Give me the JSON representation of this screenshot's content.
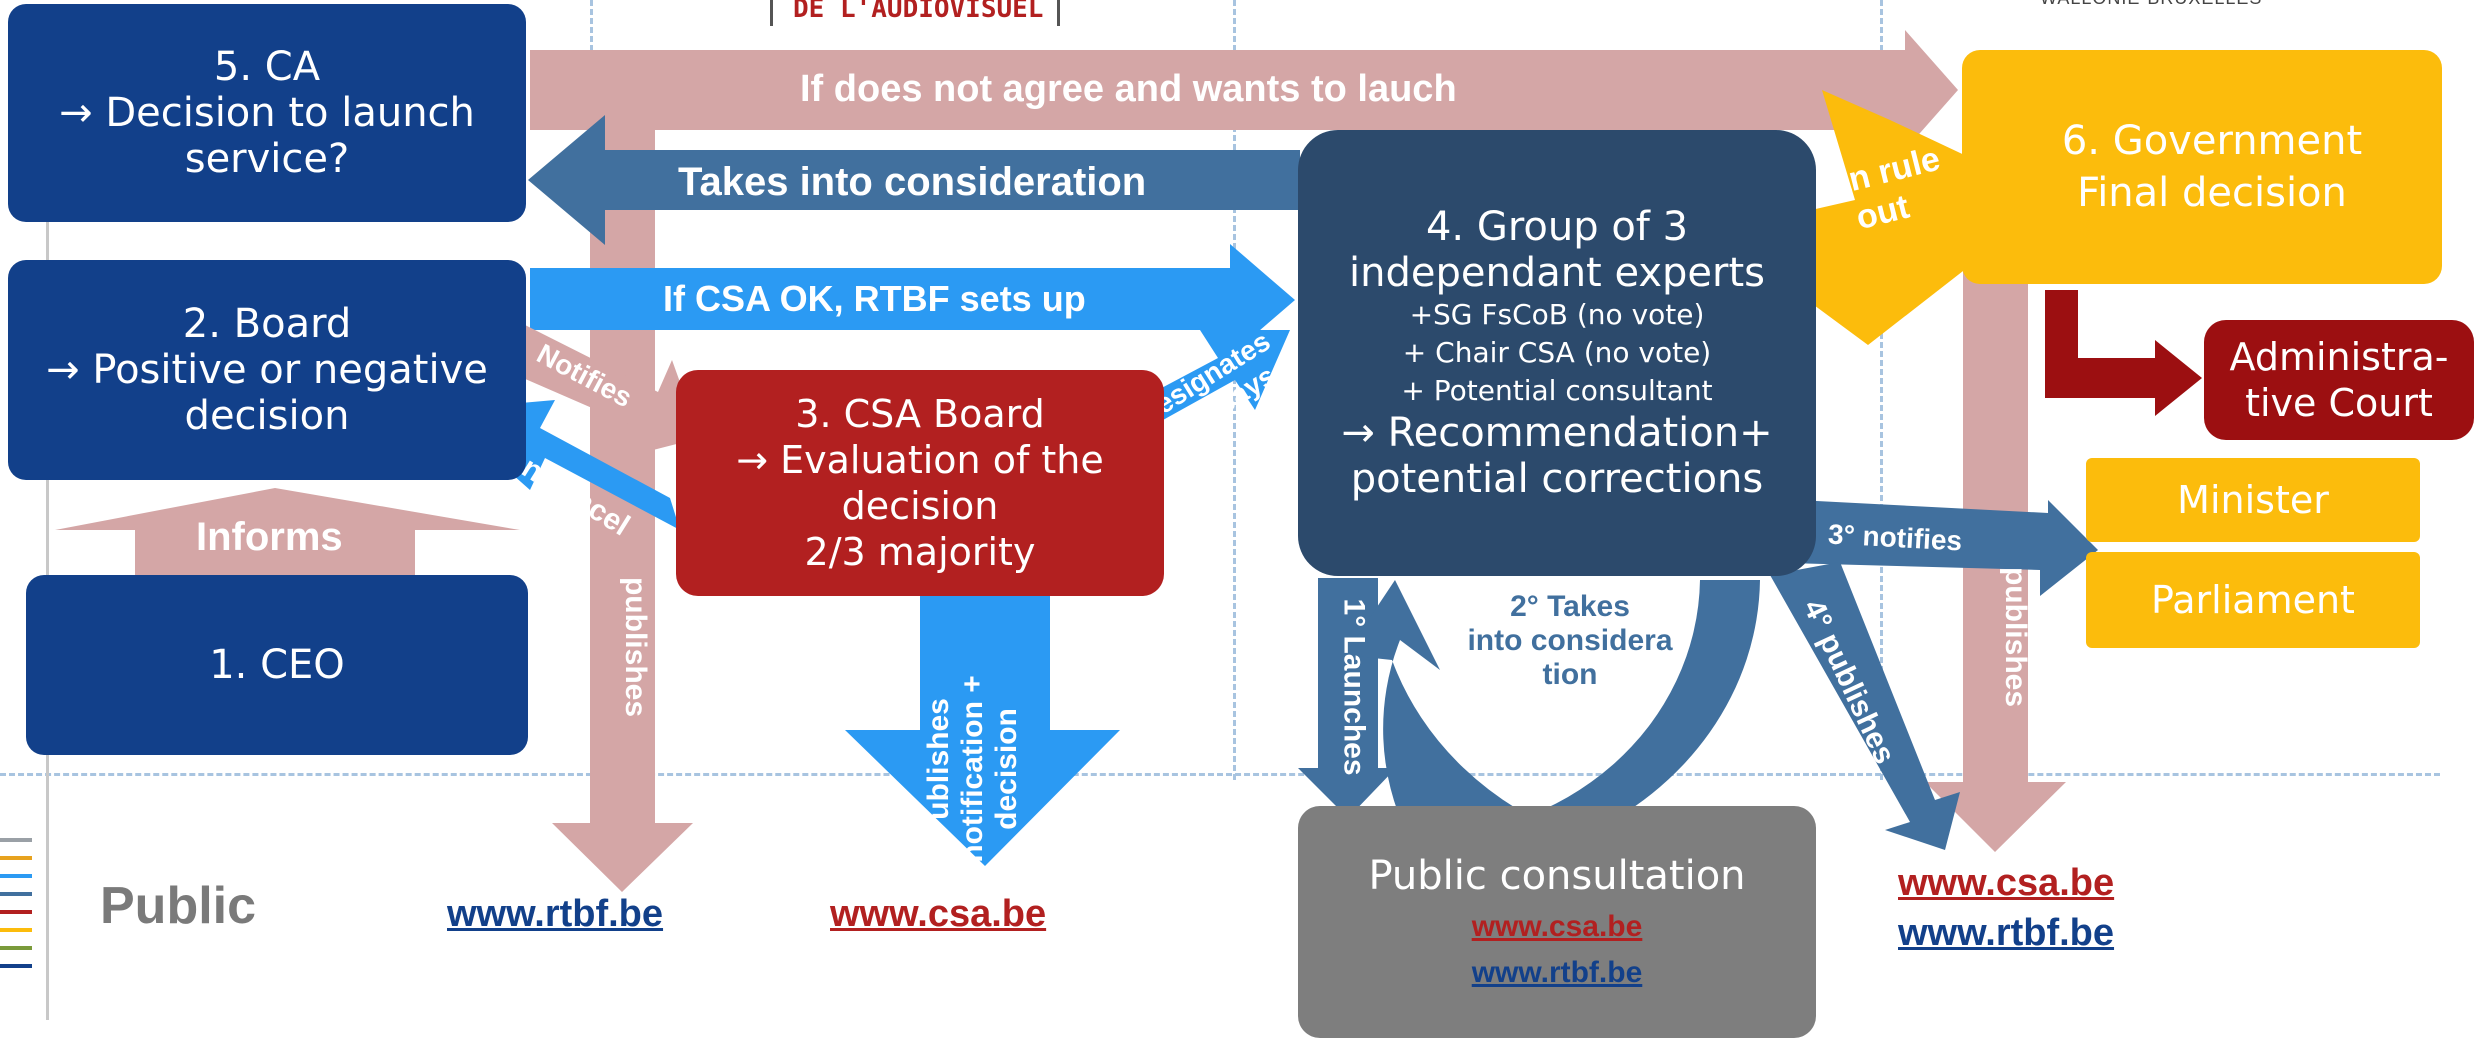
{
  "header": {
    "logo_text": "DE L'AUDIOVISUEL",
    "corner_text": "WALLONIE-BRUXELLES"
  },
  "boxes": {
    "ca": {
      "line1": "5. CA",
      "line2": "→ Decision to launch",
      "line3": "service?"
    },
    "board": {
      "line1": "2. Board",
      "line2": "→ Positive or negative",
      "line3": "decision"
    },
    "ceo": {
      "label": "1. CEO"
    },
    "csa_board": {
      "line1": "3. CSA Board",
      "line2": "→ Evaluation of the",
      "line3": "decision",
      "line4": "2/3 majority"
    },
    "experts": {
      "line1": "4. Group of 3",
      "line2": "independant experts",
      "line3": "+SG FsCoB (no vote)",
      "line4": "+ Chair CSA (no vote)",
      "line5": "+ Potential consultant",
      "line6": "→ Recommendation+",
      "line7": "potential corrections"
    },
    "government": {
      "line1": "6. Government",
      "line2": "Final decision"
    },
    "admin_court": {
      "line1": "Administra-",
      "line2": "tive Court"
    },
    "minister": {
      "label": "Minister"
    },
    "parliament": {
      "label": "Parliament"
    },
    "consultation": {
      "title": "Public consultation",
      "link1": "www.csa.be",
      "link2": "www.rtbf.be"
    }
  },
  "arrows": {
    "if_not_agree": "If does not agree and wants to lauch",
    "takes_consideration": "Takes into consideration",
    "if_csa_ok": "If CSA OK, RTBF sets up",
    "notifies": "Notifies",
    "can_cancel": "Can cancel",
    "informs": "Informs",
    "designates_1": "Désignates",
    "designates_2": "and pays",
    "publishes_1": "Publishes",
    "publishes_2": "notification +",
    "publishes_3": "decision",
    "publishes_rtbf": "publishes",
    "can_rule_1": "Can  rule",
    "can_rule_2": "out",
    "launches": "1° Launches",
    "takes_2_1": "2°  Takes",
    "takes_2_2": "into considera",
    "takes_2_3": "tion",
    "notifies_3": "3°   notifies",
    "publishes_4": "4°  publishes",
    "publishes_5": "publishes"
  },
  "bottom": {
    "public_label": "Public",
    "link_rtbf": "www.rtbf.be",
    "link_csa": "www.csa.be",
    "right_link_csa": "www.csa.be",
    "right_link_rtbf": "www.rtbf.be"
  },
  "colors": {
    "navy": "#12408a",
    "red": "#b22020",
    "slate": "#2c4a6c",
    "yellow": "#fcbc0c",
    "maroon": "#9c0f11",
    "grey": "#7e7e7e",
    "pink": "#d4a6a6",
    "sky": "#2b9af3",
    "steel": "#41709e"
  }
}
